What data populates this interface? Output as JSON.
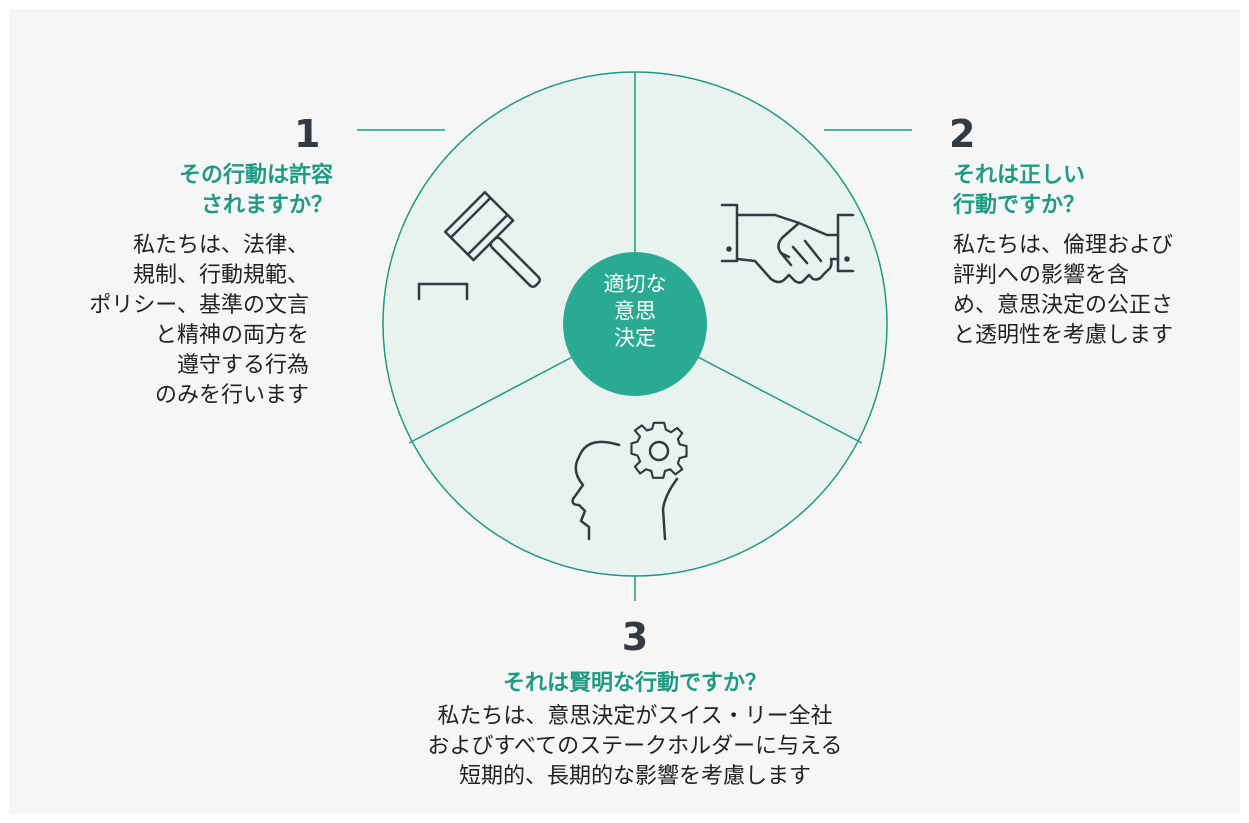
{
  "center": {
    "label": "適切な\n意思\n決定"
  },
  "sections": [
    {
      "number": "1",
      "question": "その行動は許容\nされますか？",
      "body": "私たちは、法律、\n規制、行動規範、\nポリシー、基準の文言\nと精神の両方を\n遵守する行為\nのみを行います",
      "icon": "gavel-icon"
    },
    {
      "number": "2",
      "question": "それは正しい\n行動ですか？",
      "body": "私たちは、倫理および\n評判への影響を含\nめ、意思決定の公正さ\nと透明性を考慮します",
      "icon": "handshake-icon"
    },
    {
      "number": "3",
      "question": "それは賢明な行動ですか？",
      "body": "私たちは、意思決定がスイス・リー全社\nおよびすべてのステークホルダーに与える\n短期的、長期的な影響を考慮します",
      "icon": "head-gear-icon"
    }
  ],
  "colors": {
    "accent": "#1f9a84",
    "hub": "#2aaa92",
    "segment_fill": "#e8f3f0",
    "stroke": "#1f9a84",
    "icon": "#333a40",
    "background": "#f6f6f6"
  }
}
